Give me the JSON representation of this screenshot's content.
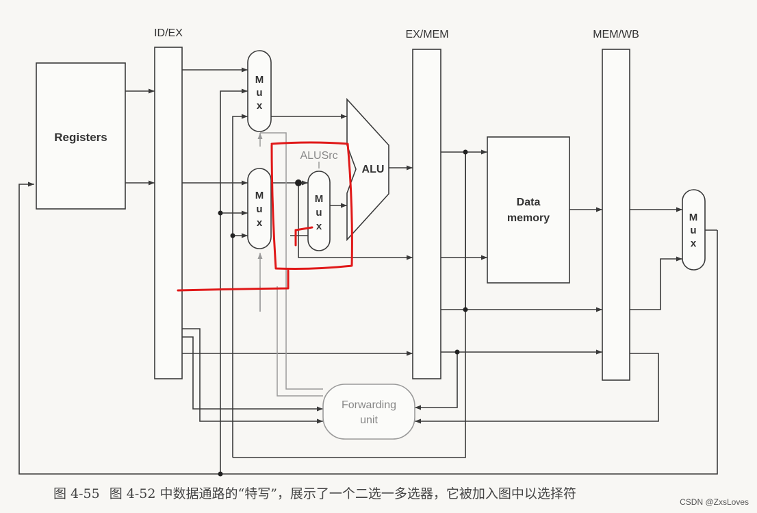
{
  "labels": {
    "id_ex": "ID/EX",
    "ex_mem": "EX/MEM",
    "mem_wb": "MEM/WB",
    "registers": "Registers",
    "mux_letters": [
      "M",
      "u",
      "x"
    ],
    "alu": "ALU",
    "alusrc": "ALUSrc",
    "data_memory_line1": "Data",
    "data_memory_line2": "memory",
    "forwarding_line1": "Forwarding",
    "forwarding_line2": "unit"
  },
  "caption": {
    "figure_number": "图 4-55",
    "text": "图 4-52 中数据通路的“特写”，展示了一个二选一多选器，它被加入图中以选择符"
  },
  "watermark": "CSDN @ZxsLoves",
  "colors": {
    "line": "#3a3a3a",
    "gray_line": "#9a9a9a",
    "annotation": "#e01818",
    "background": "#f8f7f4"
  }
}
